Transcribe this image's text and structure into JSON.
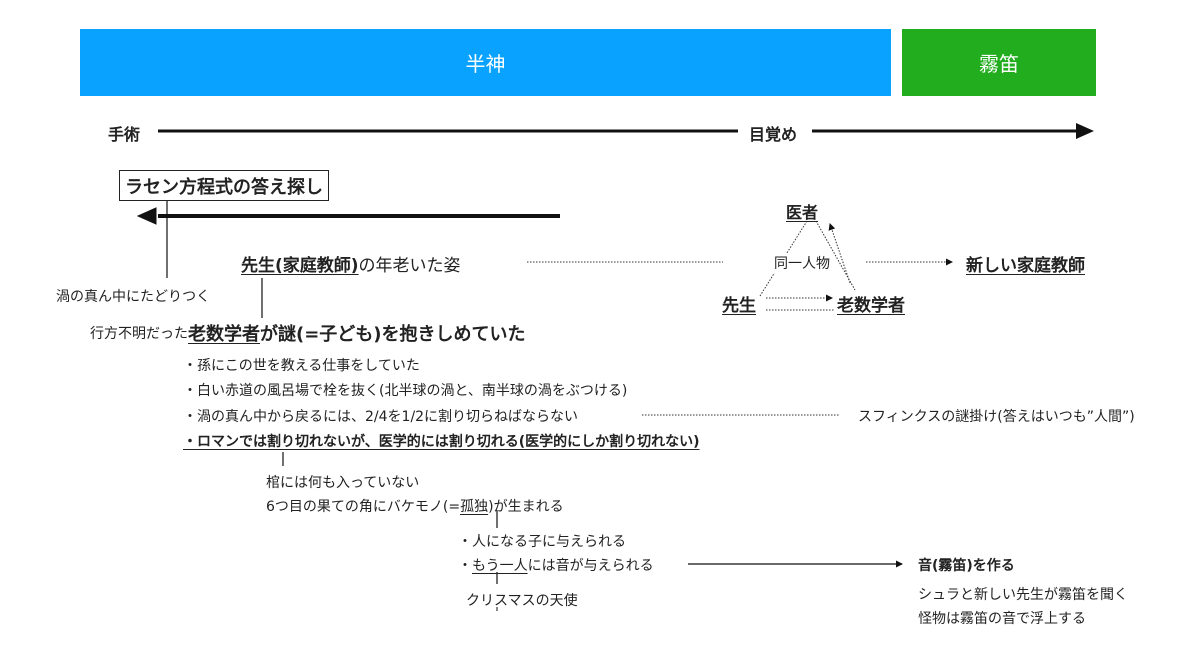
{
  "timeline": {
    "band_hanshin": {
      "label": "半神",
      "color": "#0aa2ff"
    },
    "band_kiriteki": {
      "label": "霧笛",
      "color": "#22ad1e"
    },
    "start_label": "手術",
    "mid_label": "目覚め"
  },
  "left_column": {
    "boxed_title": "ラセン方程式の答え探し",
    "arrive_center": "渦の真ん中にたどりつく",
    "teacher_prefix": "先生(家庭教師)",
    "teacher_suffix": "の年老いた姿",
    "missing_prefix": "行方不明だった",
    "missing_name": "老数学者",
    "missing_suffix": "が謎(=子ども)を抱きしめていた",
    "bullets": [
      "・孫にこの世を教える仕事をしていた",
      "・白い赤道の風呂場で栓を抜く(北半球の渦と、南半球の渦をぶつける)",
      "・渦の真ん中から戻るには、2/4を1/2に割り切らねばならない",
      "・ロマンでは割り切れないが、医学的には割り切れる(医学的にしか割り切れない)"
    ],
    "sphinx_note": "スフィンクスの謎掛け(答えはいつも”人間”)",
    "coffin": "棺には何も入っていない",
    "monster_prefix": "6つ目の果ての角にバケモノ(=",
    "monster_word": "孤独",
    "monster_suffix": ")が生まれる",
    "sub_bullets": {
      "child": "・人になる子に与えられる",
      "other_dot": "・",
      "other_word": "もう一人",
      "other_suffix": "には音が与えられる"
    },
    "angel": "クリスマスの天使"
  },
  "triangle": {
    "doctor": "医者",
    "same_person": "同一人物",
    "teacher": "先生",
    "old_math": "老数学者",
    "new_tutor": "新しい家庭教師"
  },
  "right_column": {
    "make_sound": "音(霧笛)を作る",
    "line1": "シュラと新しい先生が霧笛を聞く",
    "line2": "怪物は霧笛の音で浮上する"
  }
}
